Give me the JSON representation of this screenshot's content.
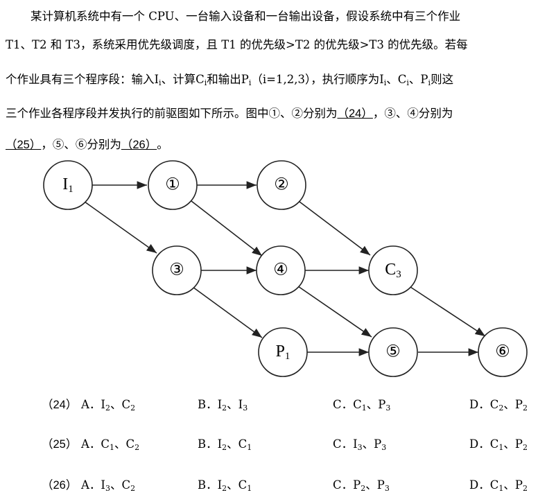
{
  "question": {
    "line1": "某计算机系统中有一个 CPU、一台输入设备和一台输出设备，假设系统中有三个作业",
    "line2": "T1、T2 和 T3，系统采用优先级调度，且 T1 的优先级>T2 的优先级>T3 的优先级。若每",
    "line3_a": "个作业具有三个程序段：输入",
    "line3_b": "、计算",
    "line3_c": "和输出",
    "line3_d": "（i=1,2,3），执行顺序为",
    "line3_e": "、",
    "line3_f": "、",
    "line3_g": "则这",
    "line4_a": "三个作业各程序段并发执行的前驱图如下所示。图中①、②分别为",
    "blank24": "（24）",
    "line4_b": "，③、④分别为",
    "blank25": "（25）",
    "line5_a": "，⑤、⑥分别为",
    "blank26": "（26）",
    "line5_b": "。",
    "I": "I",
    "C": "C",
    "P": "P",
    "i": "i"
  },
  "diagram": {
    "nodes": {
      "I1": {
        "main": "I",
        "sub": "1"
      },
      "n1": {
        "main": "①",
        "sub": ""
      },
      "n2": {
        "main": "②",
        "sub": ""
      },
      "n3": {
        "main": "③",
        "sub": ""
      },
      "n4": {
        "main": "④",
        "sub": ""
      },
      "C3": {
        "main": "C",
        "sub": "3"
      },
      "P1": {
        "main": "P",
        "sub": "1"
      },
      "n5": {
        "main": "⑤",
        "sub": ""
      },
      "n6": {
        "main": "⑥",
        "sub": ""
      }
    }
  },
  "options": [
    {
      "num": "（24）",
      "A": [
        "A．I",
        "2",
        "、C",
        "2"
      ],
      "B": [
        "B．I",
        "2",
        "、I",
        "3"
      ],
      "C": [
        "C．C",
        "1",
        "、P",
        "3"
      ],
      "D": [
        "D．C",
        "2",
        "、P",
        "2"
      ]
    },
    {
      "num": "（25）",
      "A": [
        "A．C",
        "1",
        "、C",
        "2"
      ],
      "B": [
        "B．I",
        "2",
        "、C",
        "1"
      ],
      "C": [
        "C．I",
        "3",
        "、P",
        "3"
      ],
      "D": [
        "D．C",
        "1",
        "、P",
        "2"
      ]
    },
    {
      "num": "（26）",
      "A": [
        "A．I",
        "3",
        "、C",
        "2"
      ],
      "B": [
        "B．I",
        "2",
        "、C",
        "1"
      ],
      "C": [
        "C．P",
        "2",
        "、P",
        "3"
      ],
      "D": [
        "D．C",
        "1",
        "、P",
        "2"
      ]
    }
  ]
}
